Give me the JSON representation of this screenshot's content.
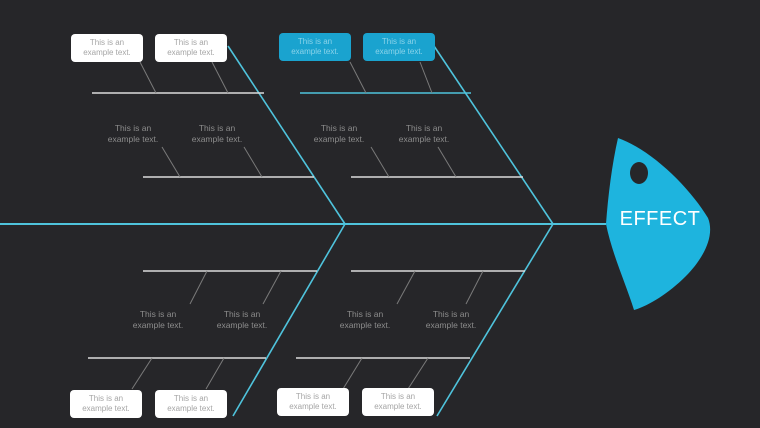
{
  "effect": "EFFECT",
  "colors": {
    "background": "#262629",
    "spine": "#4fc3dc",
    "ribs": "#dcdcdc",
    "head": "#1eb4de",
    "box_cyan": "#1aa3cf",
    "box_white": "#ffffff"
  },
  "text": {
    "line1": "This is an",
    "line2": "example text."
  }
}
